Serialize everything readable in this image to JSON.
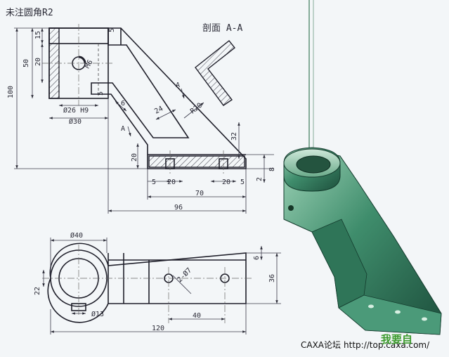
{
  "title_note": "未注圆角R2",
  "section_label": "剖面 A-A",
  "section_marker": "A",
  "dims_front": {
    "d15": "15",
    "d5_top": "5",
    "d50": "50",
    "d20_left": "20",
    "d100": "100",
    "m6": "M6",
    "d5_mid": "5",
    "d6": "6",
    "d24": "24",
    "r20": "R20",
    "phi26": "Ø26 H9",
    "phi30": "Ø30",
    "d32": "32",
    "d20_low": "20",
    "d8": "8",
    "d2": "2",
    "d5_b1": "5",
    "d20_b1": "20",
    "d20_b2": "20",
    "d5_b2": "5",
    "d70": "70",
    "d96": "96"
  },
  "dims_top": {
    "phi40": "Ø40",
    "d6": "6",
    "d22": "22",
    "holes": "2-Ø7",
    "d36": "36",
    "phi13": "Ø13",
    "d40": "40",
    "d120": "120"
  },
  "credit": {
    "forum": "CAXA论坛",
    "url": "http://top.caxa.com/"
  },
  "logo_text": "我要自"
}
